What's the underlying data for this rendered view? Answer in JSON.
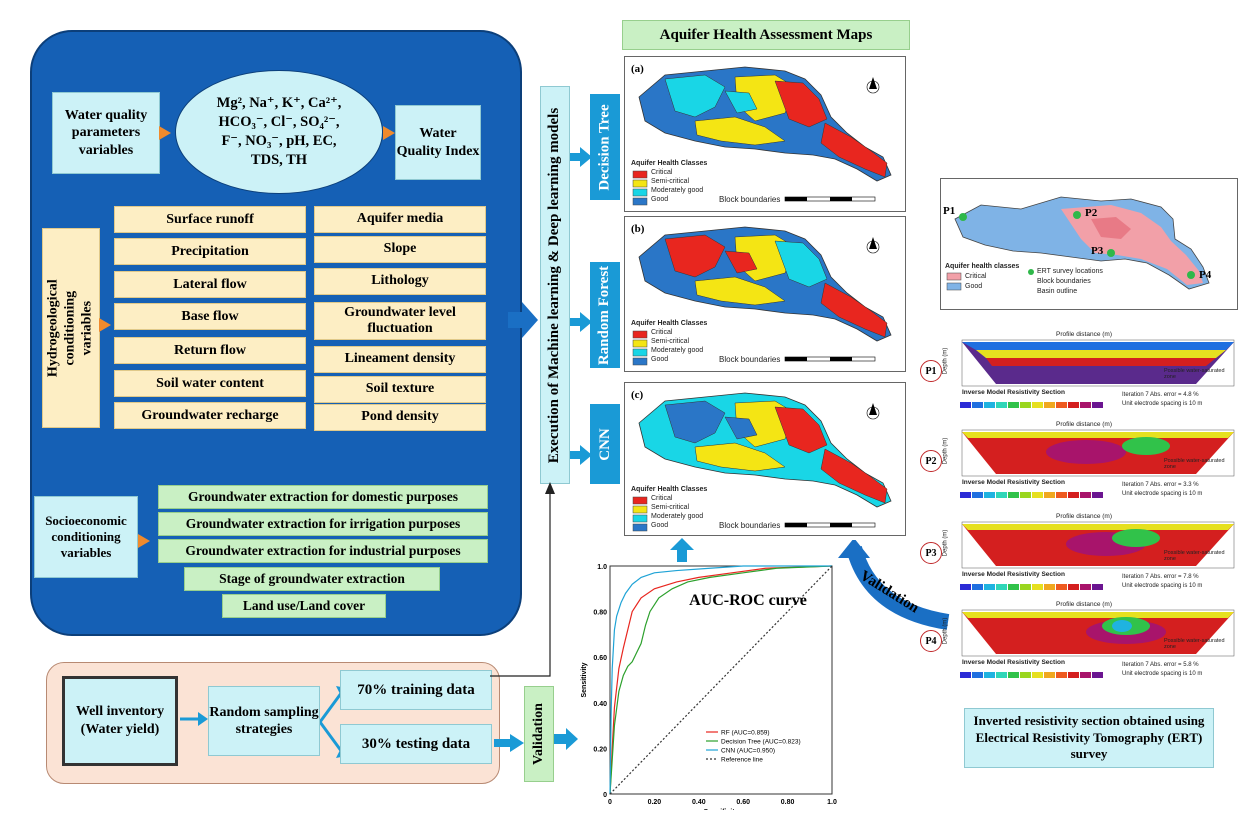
{
  "maps_title": "Aquifer Health Assessment Maps",
  "wq": {
    "label": "Water quality parameters variables",
    "params_line1": "Mg², Na⁺, K⁺, Ca²⁺,",
    "params_line2": "HCO₃⁻, Cl⁻, SO₄²⁻,",
    "params_line3": "F⁻, NO₃⁻, pH, EC,",
    "params_line4": "TDS, TH",
    "index": "Water Quality Index"
  },
  "hydro": {
    "label": "Hydrogeological conditioning variables",
    "left": [
      "Surface runoff",
      "Precipitation",
      "Lateral flow",
      "Base flow",
      "Return flow",
      "Soil water content",
      "Groundwater recharge"
    ],
    "right": [
      "Aquifer media",
      "Slope",
      "Lithology",
      "Groundwater level fluctuation",
      "Lineament density",
      "Soil texture",
      "Pond density"
    ]
  },
  "socio": {
    "label": "Socioeconomic conditioning variables",
    "items": [
      "Groundwater extraction for domestic purposes",
      "Groundwater extraction for irrigation purposes",
      "Groundwater extraction for industrial purposes",
      "Stage of groundwater extraction",
      "Land use/Land cover"
    ]
  },
  "execution": "Execution of Machine learning & Deep learning models",
  "models": [
    "Decision Tree",
    "Random Forest",
    "CNN"
  ],
  "bottom": {
    "well": "Well inventory (Water yield)",
    "sampling": "Random sampling strategies",
    "train": "70% training data",
    "test": "30% testing data",
    "validation": "Validation"
  },
  "maps": [
    {
      "tag": "(a)",
      "legend_title": "Aquifer Health Classes",
      "classes": [
        "Critical",
        "Semi-critical",
        "Moderately good",
        "Good"
      ],
      "blocks": "Block boundaries"
    },
    {
      "tag": "(b)",
      "legend_title": "Aquifer Health Classes",
      "classes": [
        "Critical",
        "Semi-critical",
        "Moderately good",
        "Good"
      ],
      "blocks": "Block boundaries"
    },
    {
      "tag": "(c)",
      "legend_title": "Aquifer Health Classes",
      "classes": [
        "Critical",
        "Semi-critical",
        "Moderately good",
        "Good"
      ],
      "blocks": "Block boundaries"
    }
  ],
  "colors": {
    "critical": "#e8261f",
    "semi": "#f4e514",
    "moderate": "#19d6e6",
    "good": "#2a76c7"
  },
  "roc": {
    "title": "AUC-ROC curve",
    "xlabel": "Specificity",
    "ylabel": "Sensitivity",
    "legend": [
      "RF (AUC=0.859)",
      "Decision Tree (AUC=0.823)",
      "CNN (AUC=0.950)",
      "Reference line"
    ]
  },
  "chart_data": {
    "type": "line",
    "title": "AUC-ROC curve",
    "xlabel": "Specificity",
    "ylabel": "Sensitivity",
    "xlim": [
      0,
      1
    ],
    "ylim": [
      0,
      1
    ],
    "xticks": [
      "0",
      "0.20",
      "0.40",
      "0.60",
      "0.80",
      "1.0"
    ],
    "yticks": [
      "0",
      "0.20",
      "0.40",
      "0.60",
      "0.80",
      "1.0"
    ],
    "series": [
      {
        "name": "RF (AUC=0.859)",
        "color": "#e8261f",
        "x": [
          0,
          0.01,
          0.02,
          0.04,
          0.06,
          0.08,
          0.1,
          0.14,
          0.2,
          0.3,
          0.4,
          0.55,
          0.7,
          1.0
        ],
        "y": [
          0,
          0.2,
          0.38,
          0.55,
          0.64,
          0.72,
          0.8,
          0.86,
          0.9,
          0.93,
          0.95,
          0.97,
          0.99,
          1.0
        ]
      },
      {
        "name": "Decision Tree (AUC=0.823)",
        "color": "#2ca02c",
        "x": [
          0,
          0.02,
          0.04,
          0.06,
          0.08,
          0.1,
          0.12,
          0.14,
          0.16,
          0.18,
          0.22,
          0.28,
          0.35,
          0.45,
          0.6,
          0.75,
          1.0
        ],
        "y": [
          0,
          0.3,
          0.45,
          0.52,
          0.56,
          0.58,
          0.62,
          0.66,
          0.74,
          0.8,
          0.86,
          0.9,
          0.93,
          0.95,
          0.97,
          0.99,
          1.0
        ]
      },
      {
        "name": "CNN (AUC=0.950)",
        "color": "#1fa3d6",
        "x": [
          0,
          0.005,
          0.01,
          0.02,
          0.03,
          0.05,
          0.07,
          0.1,
          0.14,
          0.2,
          0.3,
          0.45,
          0.6,
          1.0
        ],
        "y": [
          0,
          0.35,
          0.55,
          0.72,
          0.78,
          0.84,
          0.88,
          0.92,
          0.95,
          0.97,
          0.98,
          0.99,
          1.0,
          1.0
        ]
      },
      {
        "name": "Reference line",
        "color": "#333333",
        "x": [
          0,
          1
        ],
        "y": [
          0,
          1
        ]
      }
    ]
  },
  "validation_arc": "Validation",
  "ert_map": {
    "legend_title": "Aquifer health classes",
    "classes": [
      "Critical",
      "Good"
    ],
    "extras": [
      "ERT survey locations",
      "Block boundaries",
      "Basin outline"
    ],
    "points": [
      "P1",
      "P2",
      "P3",
      "P4"
    ]
  },
  "ert": {
    "profile_label": "Profile distance (m)",
    "depth_label": "Depth (m)",
    "section_title": "Inverse Model Resistivity Section",
    "zone": "Possible water-saturated zone",
    "caption": "Inverted resistivity section obtained using Electrical Resistivity Tomography (ERT) survey",
    "profiles": [
      {
        "id": "P1",
        "iteration": "Iteration 7 Abs. error = 4.8 %",
        "spacing": "Unit electrode spacing is 10 m"
      },
      {
        "id": "P2",
        "iteration": "Iteration 7 Abs. error = 3.3 %",
        "spacing": "Unit electrode spacing is 10 m"
      },
      {
        "id": "P3",
        "iteration": "Iteration 7 Abs. error = 7.8 %",
        "spacing": "Unit electrode spacing is 10 m"
      },
      {
        "id": "P4",
        "iteration": "Iteration 7 Abs. error = 5.8 %",
        "spacing": "Unit electrode spacing is 10 m"
      }
    ]
  }
}
